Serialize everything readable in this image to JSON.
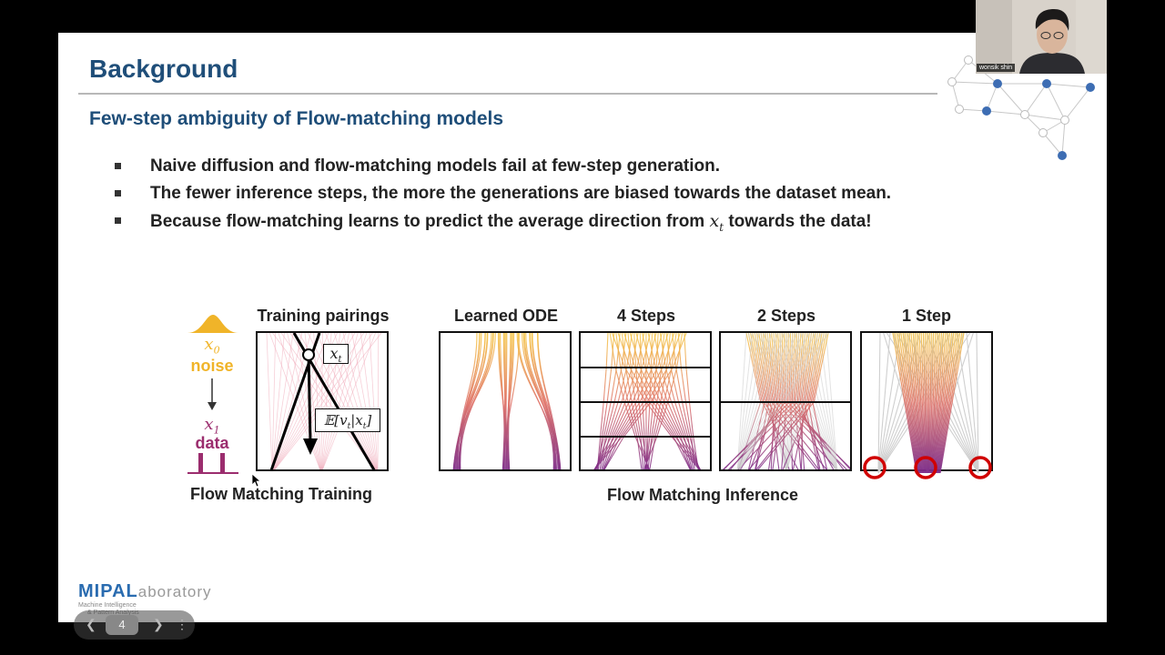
{
  "slide": {
    "title": "Background",
    "subtitle": "Few-step ambiguity of Flow-matching models",
    "bullets": [
      "Naive diffusion and flow-matching models fail at few-step generation.",
      "The fewer inference steps, the more the generations are biased towards the dataset mean."
    ],
    "bullet3_before": "Because flow-matching learns to predict the average direction from ",
    "bullet3_var": "x",
    "bullet3_sub": "t",
    "bullet3_after": " towards the data!"
  },
  "figure": {
    "x0_label": "x",
    "x0_sub": "0",
    "noise_label": "noise",
    "x1_label": "x",
    "x1_sub": "1",
    "data_label": "data",
    "training_title": "Training pairings",
    "xt_box": "x",
    "xt_box_sub": "t",
    "expect_box": "𝔼[v",
    "expect_sub": "t",
    "expect_mid": "|x",
    "expect_sub2": "t",
    "expect_end": "]",
    "panel_titles": [
      "Learned ODE",
      "4 Steps",
      "2 Steps",
      "1 Step"
    ],
    "training_caption": "Flow Matching Training",
    "inference_caption": "Flow Matching Inference"
  },
  "footer": {
    "logo_main": "MIPAL",
    "logo_rest": "aboratory",
    "logo_sub1": "Machine Intelligence",
    "logo_sub2": "& Pattern Analysis",
    "page_number": "4"
  },
  "webcam": {
    "name": "wonsik shin"
  },
  "colors": {
    "title": "#1f4e79",
    "noise": "#f0b429",
    "data": "#9b2d6e",
    "logo": "#2a6cb0"
  }
}
